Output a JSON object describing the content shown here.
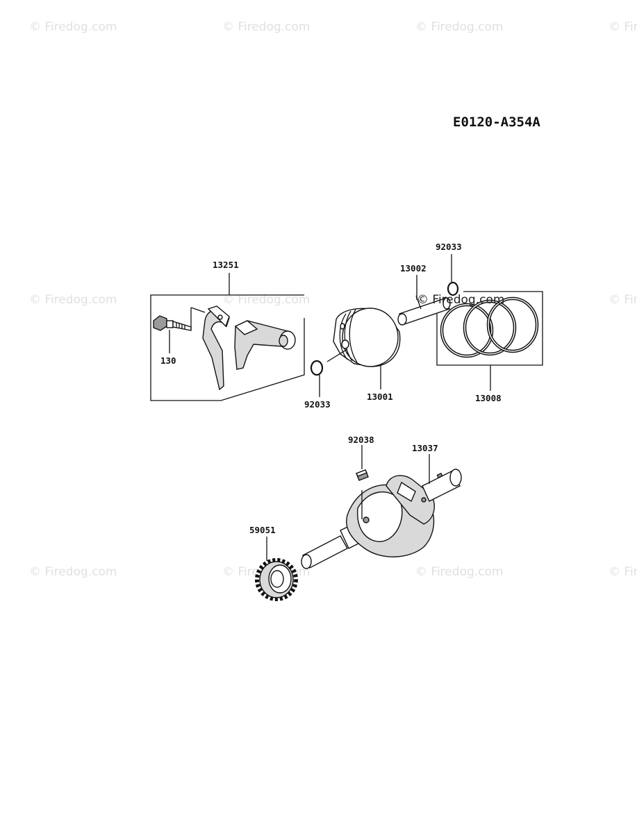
{
  "watermark": "© Firedog.com",
  "diagram_code": "E0120-A354A",
  "parts": {
    "connecting_rod_assy": "13251",
    "bolt": "130",
    "piston_pin": "13002",
    "circlip_top": "92033",
    "circlip_bottom": "92033",
    "piston": "13001",
    "piston_ring_set": "13008",
    "key": "92038",
    "crankshaft": "13037",
    "crank_gear": "59051"
  }
}
